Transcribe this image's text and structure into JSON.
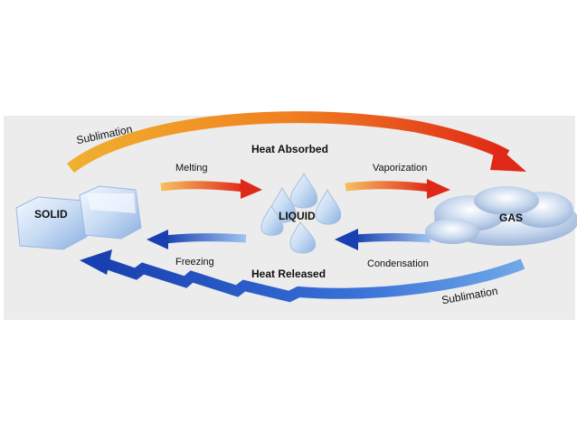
{
  "states": {
    "solid": "SOLID",
    "liquid": "LIQUID",
    "gas": "GAS"
  },
  "processes": {
    "sublimation_top": "Sublimation",
    "heat_absorbed": "Heat Absorbed",
    "melting": "Melting",
    "vaporization": "Vaporization",
    "freezing": "Freezing",
    "heat_released": "Heat Released",
    "condensation": "Condensation",
    "sublimation_bottom": "Sublimation"
  },
  "colors": {
    "warm_start": "#f0b030",
    "warm_end": "#e02818",
    "cool_start": "#1840b0",
    "cool_end": "#70a8e8",
    "panel": "#ececec"
  }
}
